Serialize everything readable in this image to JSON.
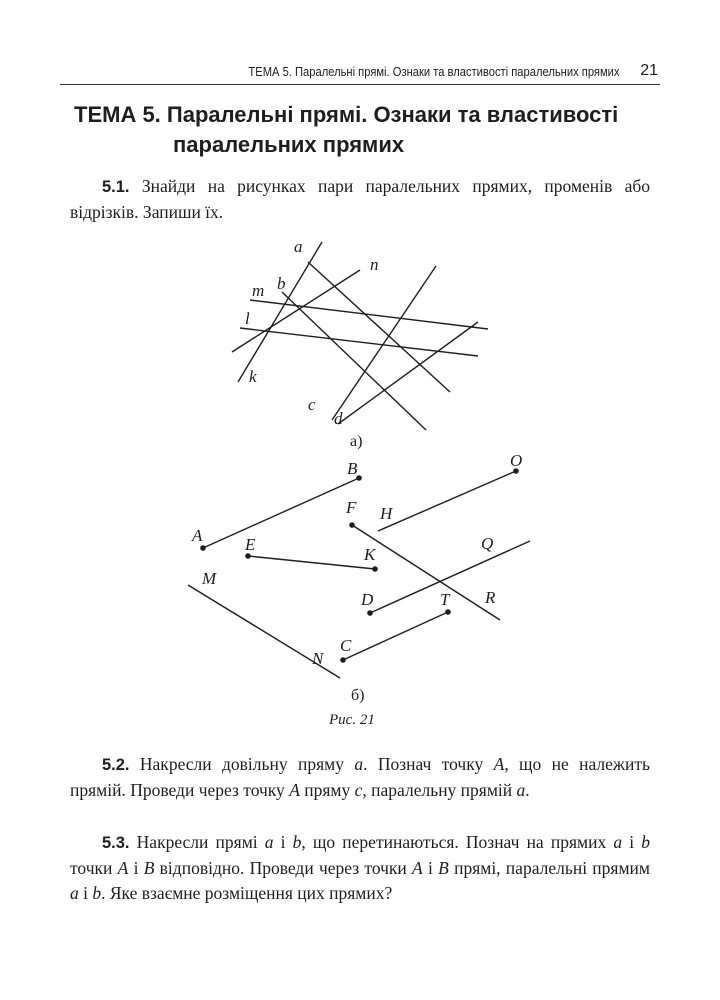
{
  "header": {
    "running_title": "ТЕМА 5. Паралельні прямі. Ознаки та властивості паралельних прямих",
    "page_number": "21"
  },
  "topic": {
    "title_line1": "ТЕМА 5.  Паралельні прямі. Ознаки та властивості",
    "title_line2": "паралельних прямих"
  },
  "problems": [
    {
      "number": "5.1.",
      "text": "Знайди на рисунках пари паралельних прямих, променів або відрізків. Запиши їх."
    },
    {
      "number": "5.2.",
      "segments": [
        "Накресли довільну пряму ",
        "a",
        ". Познач точку ",
        "A",
        ", що не належить прямій. Проведи через точку ",
        "A",
        " пряму ",
        "c",
        ", паралельну прямій ",
        "a",
        "."
      ]
    },
    {
      "number": "5.3.",
      "segments": [
        "Накресли прямі ",
        "a",
        " і ",
        "b",
        ", що перетинаються. Познач на прямих ",
        "a",
        " і ",
        "b",
        " точки ",
        "A",
        " і ",
        "B",
        " відповідно. Проведи через точки ",
        "A",
        " і ",
        "B",
        " прямі, паралельні прямим ",
        "a",
        " і ",
        "b",
        ". Яке взаємне розміщення цих прямих?"
      ]
    }
  ],
  "figure": {
    "part_a": {
      "caption": "а)",
      "labels": {
        "a": "a",
        "n": "n",
        "m": "m",
        "b": "b",
        "l": "l",
        "k": "k",
        "c": "c",
        "d": "d"
      }
    },
    "part_b": {
      "caption": "б)",
      "labels": {
        "B": "B",
        "O": "O",
        "F": "F",
        "H": "H",
        "A": "A",
        "E": "E",
        "K": "K",
        "Q": "Q",
        "M": "M",
        "R": "R",
        "D": "D",
        "T": "T",
        "N": "N",
        "C": "C"
      }
    },
    "caption": "Рис. 21"
  }
}
